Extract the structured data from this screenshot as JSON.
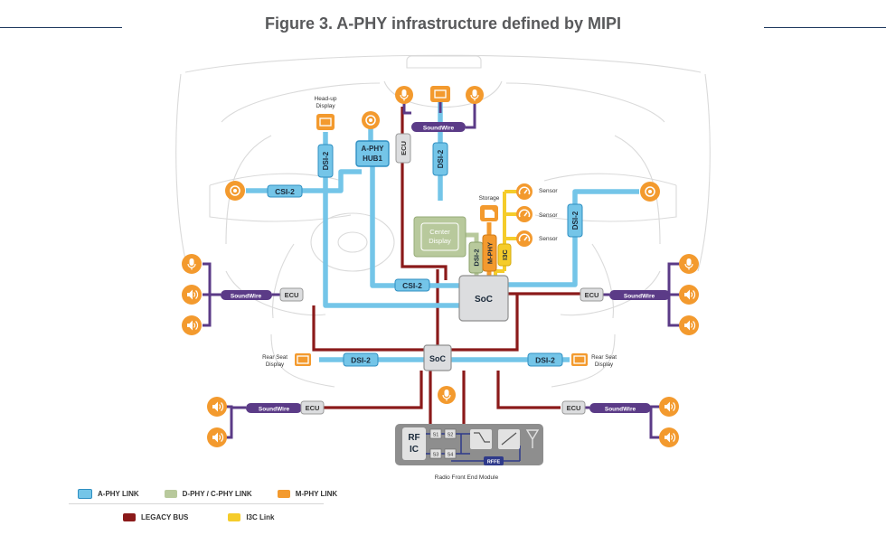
{
  "title": "Figure 3.  A-PHY infrastructure defined by MIPI",
  "colors": {
    "aphy": "#74c5e8",
    "aphy_stroke": "#2f8fc2",
    "dphy": "#b8c99c",
    "mphy": "#f39a2e",
    "legacy": "#8b1a1a",
    "i3c": "#f5cc2a",
    "soundwire": "#5b3b87",
    "node_gray": "#dcdddf"
  },
  "labels": {
    "soc_main": "SoC",
    "soc_rear": "SoC",
    "aphy_hub_l1": "A-PHY",
    "aphy_hub_l2": "HUB1",
    "center_l1": "Center",
    "center_l2": "Display",
    "headup_l1": "Head-up",
    "headup_l2": "Display",
    "storage": "Storage",
    "sensor": "Sensor",
    "rear_display_l1": "Rear Seat",
    "rear_display_l2": "Display",
    "radio_module": "Radio Front End Module",
    "rf_l1": "RF",
    "rf_l2": "IC",
    "rffe": "RFFE",
    "s1": "S1",
    "s2": "S2",
    "s3": "S3",
    "s4": "S4"
  },
  "link_labels": {
    "dsi2": "DSI-2",
    "csi2": "CSI-2",
    "m_phy": "M-PHY",
    "i3c": "I3C",
    "soundwire": "SoundWire",
    "ecu": "ECU"
  },
  "legend": [
    {
      "label": "A-PHY LINK",
      "color": "#74c5e8"
    },
    {
      "label": "D-PHY / C-PHY LINK",
      "color": "#b8c99c"
    },
    {
      "label": "M-PHY LINK",
      "color": "#f39a2e"
    },
    {
      "label": "LEGACY BUS",
      "color": "#8b1a1a"
    },
    {
      "label": "I3C Link",
      "color": "#f5cc2a"
    }
  ],
  "icons": {
    "microphone": "microphone-icon",
    "speaker": "speaker-icon",
    "camera": "camera-icon",
    "sensor": "sensor-gauge-icon",
    "display": "display-icon",
    "storage": "storage-icon",
    "antenna": "antenna-icon"
  }
}
